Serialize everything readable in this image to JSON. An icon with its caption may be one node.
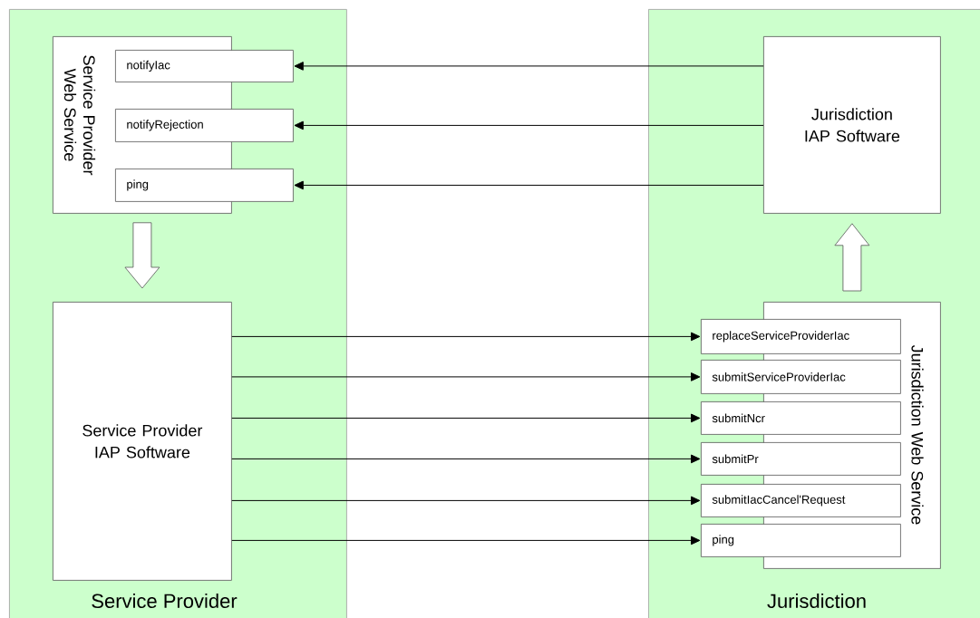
{
  "diagram": {
    "nodes": [
      {
        "text": [
          "Service Provider"
        ]
      },
      {
        "text": [
          "Service Provider Web Service"
        ],
        "in": 0
      },
      {
        "text": [
          "notifyIac"
        ],
        "in": 0
      },
      {
        "text": [
          "notifyRejection"
        ],
        "in": 0
      },
      {
        "text": [
          "ping"
        ],
        "in": 0
      },
      {
        "text": [
          "Service Provider IAP Software"
        ],
        "in": 0
      },
      {
        "text": [
          "Jurisdiction"
        ]
      },
      {
        "text": [
          "Jurisdiction IAP Software"
        ],
        "in": 6
      },
      {
        "text": [
          "Jurisdiction Web Service"
        ],
        "in": 6
      },
      {
        "text": [
          "replaceServiceProviderIac"
        ],
        "in": 6
      },
      {
        "text": [
          "submitServiceProviderIac"
        ],
        "in": 6
      },
      {
        "text": [
          "submitNcr"
        ],
        "in": 6
      },
      {
        "text": [
          "submitPr"
        ],
        "in": 6
      },
      {
        "text": [
          "submitIacCancel'Request"
        ],
        "in": 6
      },
      {
        "text": [
          "ping"
        ],
        "in": 6
      }
    ],
    "edges": [
      {
        "from": 7,
        "to": 2,
        "arrow": "to"
      },
      {
        "from": 7,
        "to": 3,
        "arrow": "to"
      },
      {
        "from": 7,
        "to": 4,
        "arrow": "to"
      },
      {
        "from": 1,
        "to": 5,
        "arrow": "to",
        "style": "thick"
      },
      {
        "from": 8,
        "to": 7,
        "arrow": "to",
        "style": "thick"
      },
      {
        "from": 5,
        "to": 9,
        "arrow": "to"
      },
      {
        "from": 5,
        "to": 10,
        "arrow": "to"
      },
      {
        "from": 5,
        "to": 11,
        "arrow": "to"
      },
      {
        "from": 5,
        "to": 12,
        "arrow": "to"
      },
      {
        "from": 5,
        "to": 13,
        "arrow": "to"
      },
      {
        "from": 5,
        "to": 14,
        "arrow": "to"
      }
    ]
  }
}
